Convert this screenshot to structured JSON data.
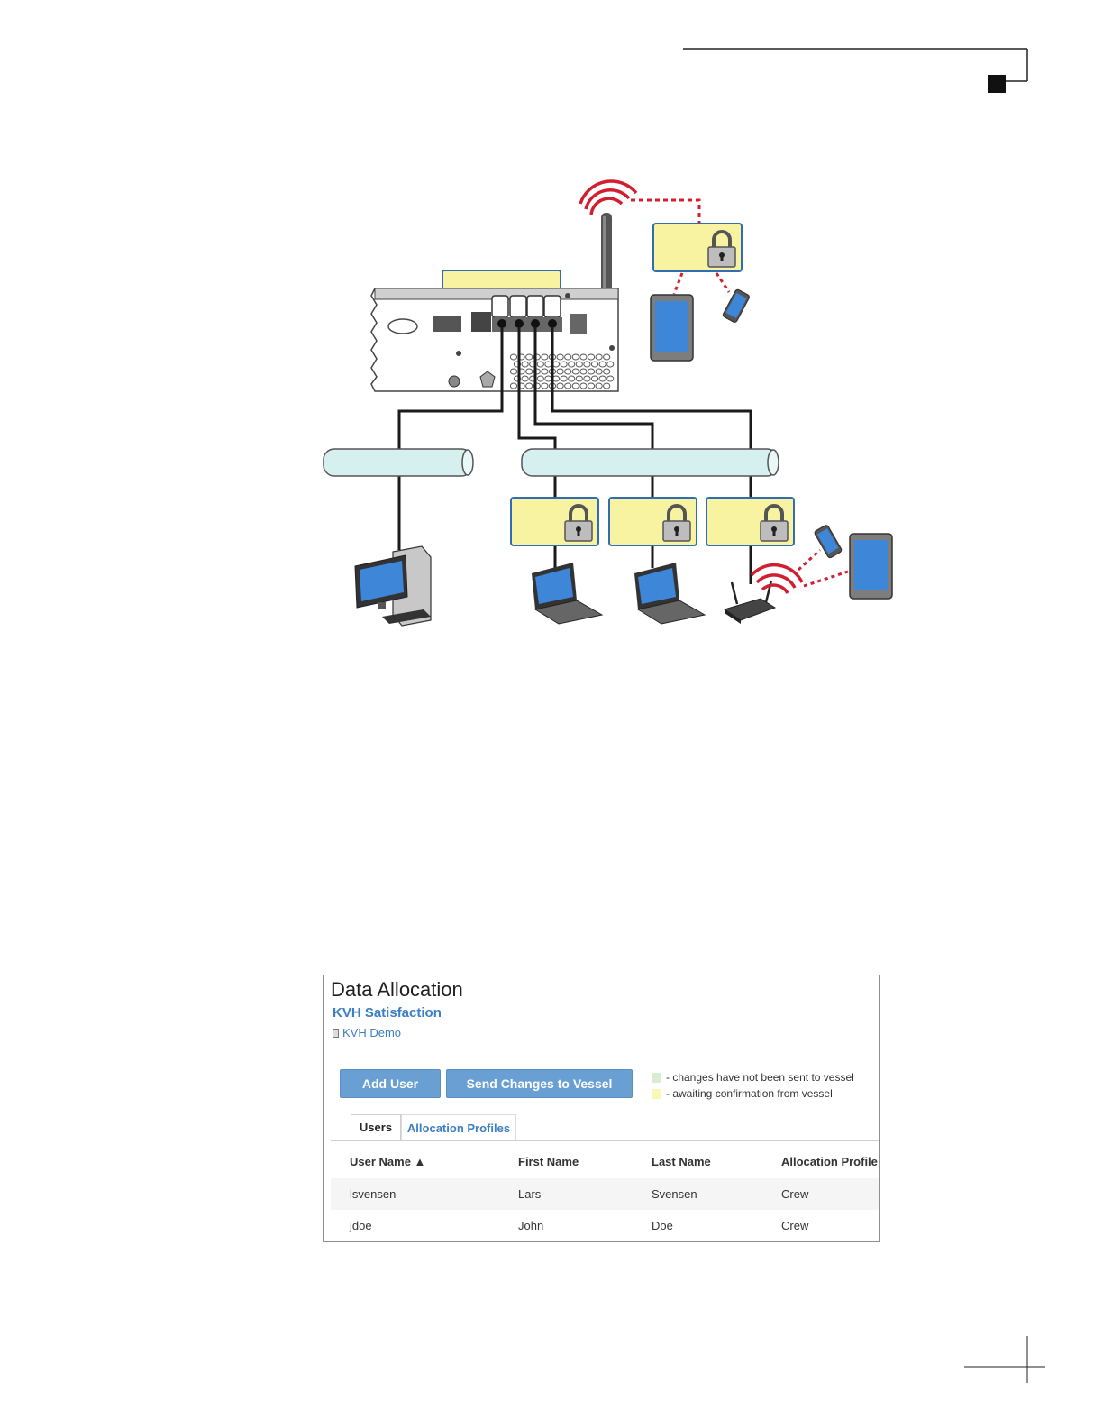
{
  "colors": {
    "link": "#3c7fc4",
    "button": "#6a9fd4",
    "zone_fill": "#f8f3a0",
    "pipe_fill": "#d6efef",
    "wifi_red": "#d21f2f",
    "legend_green": "#d8ecd3",
    "legend_yellow": "#fbf7b7"
  },
  "diagram": {
    "icons": [
      "router-box-icon",
      "antenna-icon",
      "lock-icon",
      "tablet-icon",
      "phone-icon",
      "desktop-computer-icon",
      "laptop-icon",
      "wifi-router-icon",
      "network-pipe-icon"
    ]
  },
  "data_allocation": {
    "title": "Data Allocation",
    "subtitle": "KVH Satisfaction",
    "vessel": "KVH Demo",
    "buttons": {
      "add_user": "Add User",
      "send_changes": "Send Changes to Vessel"
    },
    "legend": [
      "- changes have not been sent to vessel",
      "- awaiting confirmation from vessel"
    ],
    "tabs": [
      "Users",
      "Allocation Profiles"
    ],
    "columns": [
      "User Name ▲",
      "First Name",
      "Last Name",
      "Allocation Profile"
    ],
    "rows": [
      [
        "lsvensen",
        "Lars",
        "Svensen",
        "Crew"
      ],
      [
        "jdoe",
        "John",
        "Doe",
        "Crew"
      ]
    ]
  }
}
